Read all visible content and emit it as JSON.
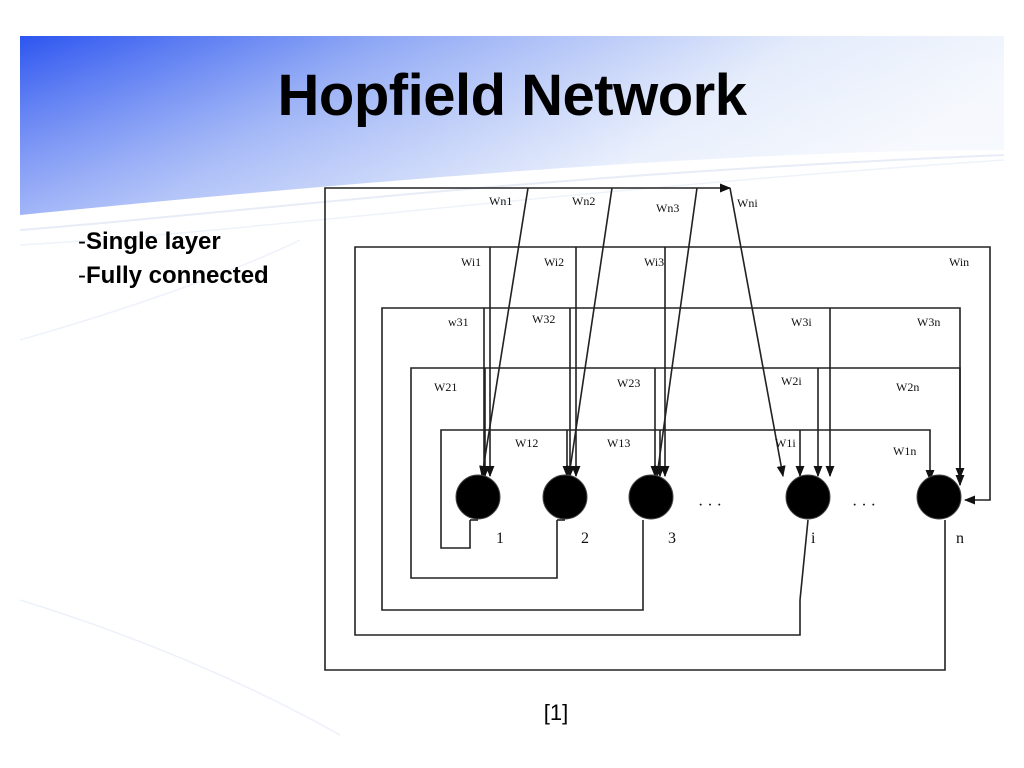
{
  "title": "Hopfield Network",
  "bullets": [
    {
      "dash": "-",
      "text": "Single layer"
    },
    {
      "dash": "-",
      "text": "Fully connected"
    }
  ],
  "citation": "[1]",
  "diagram": {
    "weight_labels": {
      "row_n": [
        "Wn1",
        "Wn2",
        "Wn3",
        "Wni"
      ],
      "row_i": [
        "Wi1",
        "Wi2",
        "Wi3",
        "Win"
      ],
      "row_3": [
        "w31",
        "W32",
        "W3i",
        "W3n"
      ],
      "row_2": [
        "W21",
        "W23",
        "W2i",
        "W2n"
      ],
      "row_1": [
        "W12",
        "W13",
        "W1i",
        "W1n"
      ]
    },
    "neuron_labels": [
      "1",
      "2",
      "3",
      "i",
      "n"
    ],
    "ellipsis": "· · ·"
  },
  "colors": {
    "accent": "#3a63ee",
    "line": "#222222",
    "neuron": "#000000"
  }
}
